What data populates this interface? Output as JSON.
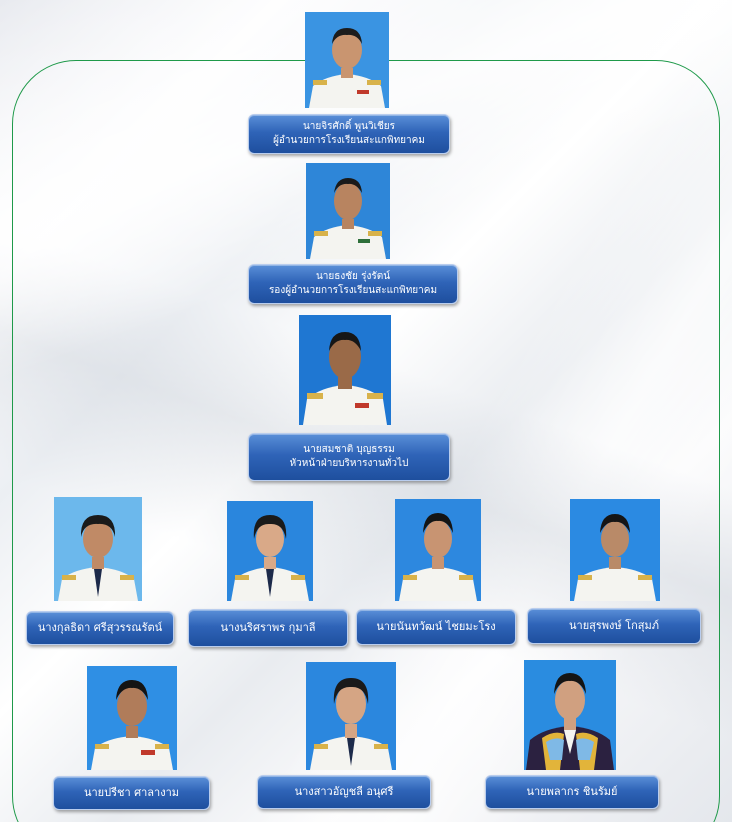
{
  "colors": {
    "frame": "#1f9a4a",
    "nameplate_top": "#5a8fd8",
    "nameplate_bottom": "#1e4f9e",
    "photo_background": "#2a86dd",
    "uniform": "#f4f4f0",
    "gold": "#d8b24a"
  },
  "director": {
    "name": "นายจิรศักดิ์  พูนวิเชียร",
    "role": "ผู้อำนวยการโรงเรียนสะแกพิทยาคม",
    "icon": "portrait-icon"
  },
  "deputy": {
    "name": "นายธงชัย รุ่งรัตน์",
    "role": "รองผู้อำนวยการโรงเรียนสะแกพิทยาคม",
    "icon": "portrait-icon"
  },
  "head": {
    "name": "นายสมชาติ  บุญธรรม",
    "role": "หัวหน้าฝ่ายบริหารงานทั่วไป",
    "icon": "portrait-icon"
  },
  "staff_row1": [
    {
      "name": "นางกุลธิดา  ศรีสุวรรณรัตน์",
      "icon": "portrait-icon"
    },
    {
      "name": "นางนริศราพร  กุมาลี",
      "icon": "portrait-icon"
    },
    {
      "name": "นายนันทวัฒน์  ไชยมะโรง",
      "icon": "portrait-icon"
    },
    {
      "name": "นายสุรพงษ์  โกสุมภ์",
      "icon": "portrait-icon"
    }
  ],
  "staff_row2": [
    {
      "name": "นายปรีชา  ศาลางาม",
      "icon": "portrait-icon"
    },
    {
      "name": "นางสาวอัญชลี  อนุศรี",
      "icon": "portrait-icon"
    },
    {
      "name": "นายพลากร  ชินรัมย์",
      "icon": "graduation-portrait-icon"
    }
  ]
}
